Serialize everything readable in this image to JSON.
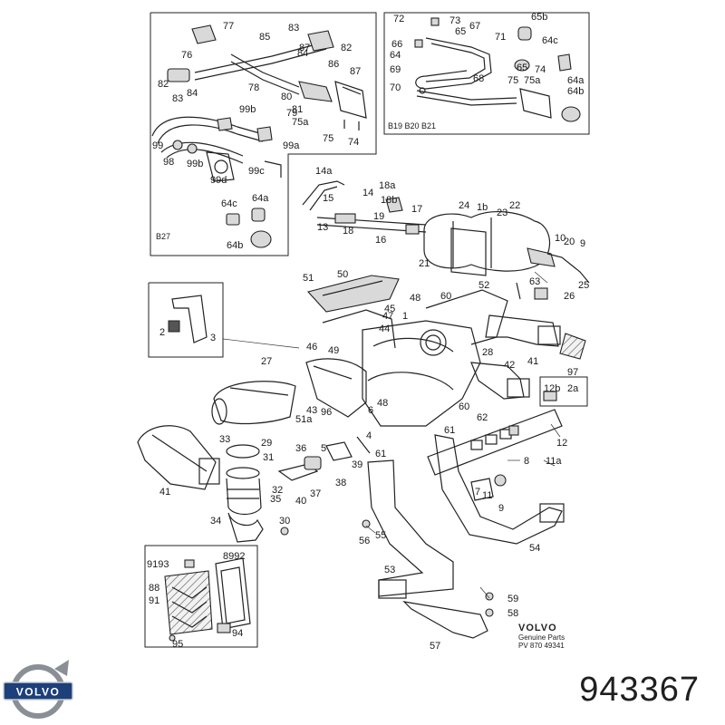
{
  "detail_boxes": [
    {
      "label": "B27"
    },
    {
      "label": "B19 B20 B21"
    }
  ],
  "callouts": [
    {
      "id": "c77",
      "text": "77"
    },
    {
      "id": "c76",
      "text": "76"
    },
    {
      "id": "c85",
      "text": "85"
    },
    {
      "id": "c83a",
      "text": "83"
    },
    {
      "id": "c82a",
      "text": "82"
    },
    {
      "id": "c84a",
      "text": "84"
    },
    {
      "id": "c87a",
      "text": "87"
    },
    {
      "id": "c86",
      "text": "86"
    },
    {
      "id": "c87b",
      "text": "87"
    },
    {
      "id": "c82b",
      "text": "82"
    },
    {
      "id": "c83b",
      "text": "83"
    },
    {
      "id": "c84b",
      "text": "84"
    },
    {
      "id": "c78",
      "text": "78"
    },
    {
      "id": "c80",
      "text": "80"
    },
    {
      "id": "c79",
      "text": "79"
    },
    {
      "id": "c81",
      "text": "81"
    },
    {
      "id": "c75a",
      "text": "75a"
    },
    {
      "id": "c75",
      "text": "75"
    },
    {
      "id": "c74",
      "text": "74"
    },
    {
      "id": "c99b1",
      "text": "99b"
    },
    {
      "id": "c99",
      "text": "99"
    },
    {
      "id": "c98",
      "text": "98"
    },
    {
      "id": "c99b2",
      "text": "99b"
    },
    {
      "id": "c99a",
      "text": "99a"
    },
    {
      "id": "c99d",
      "text": "99d"
    },
    {
      "id": "c99c",
      "text": "99c"
    },
    {
      "id": "c64c1",
      "text": "64c"
    },
    {
      "id": "c64a1",
      "text": "64a"
    },
    {
      "id": "c64b1",
      "text": "64b"
    },
    {
      "id": "c72",
      "text": "72"
    },
    {
      "id": "c73",
      "text": "73"
    },
    {
      "id": "c67",
      "text": "67"
    },
    {
      "id": "c65b",
      "text": "65b"
    },
    {
      "id": "c66",
      "text": "66"
    },
    {
      "id": "c65",
      "text": "65"
    },
    {
      "id": "c71",
      "text": "71"
    },
    {
      "id": "c64c2",
      "text": "64c"
    },
    {
      "id": "c64",
      "text": "64"
    },
    {
      "id": "c69",
      "text": "69"
    },
    {
      "id": "c65x",
      "text": "65"
    },
    {
      "id": "c74b",
      "text": "74"
    },
    {
      "id": "c68",
      "text": "68"
    },
    {
      "id": "c75ab",
      "text": "75a"
    },
    {
      "id": "c64a2",
      "text": "64a"
    },
    {
      "id": "c70",
      "text": "70"
    },
    {
      "id": "c75b",
      "text": "75"
    },
    {
      "id": "c64b2",
      "text": "64b"
    },
    {
      "id": "c14a",
      "text": "14a"
    },
    {
      "id": "c18a",
      "text": "18a"
    },
    {
      "id": "c15",
      "text": "15"
    },
    {
      "id": "c14",
      "text": "14"
    },
    {
      "id": "c18b",
      "text": "18b"
    },
    {
      "id": "c19",
      "text": "19"
    },
    {
      "id": "c17",
      "text": "17"
    },
    {
      "id": "c13",
      "text": "13"
    },
    {
      "id": "c18",
      "text": "18"
    },
    {
      "id": "c16",
      "text": "16"
    },
    {
      "id": "c24",
      "text": "24"
    },
    {
      "id": "c1b",
      "text": "1b"
    },
    {
      "id": "c22",
      "text": "22"
    },
    {
      "id": "c23",
      "text": "23"
    },
    {
      "id": "c21",
      "text": "21"
    },
    {
      "id": "c10",
      "text": "10"
    },
    {
      "id": "c20",
      "text": "20"
    },
    {
      "id": "c9",
      "text": "9"
    },
    {
      "id": "c25",
      "text": "25"
    },
    {
      "id": "c26",
      "text": "26"
    },
    {
      "id": "c63",
      "text": "63"
    },
    {
      "id": "c51",
      "text": "51"
    },
    {
      "id": "c50",
      "text": "50"
    },
    {
      "id": "c48",
      "text": "48"
    },
    {
      "id": "c60a",
      "text": "60"
    },
    {
      "id": "c52",
      "text": "52"
    },
    {
      "id": "c45",
      "text": "45"
    },
    {
      "id": "c47",
      "text": "47"
    },
    {
      "id": "c1",
      "text": "1"
    },
    {
      "id": "c44",
      "text": "44"
    },
    {
      "id": "c2",
      "text": "2"
    },
    {
      "id": "c3",
      "text": "3"
    },
    {
      "id": "c46",
      "text": "46"
    },
    {
      "id": "c49",
      "text": "49"
    },
    {
      "id": "c28",
      "text": "28"
    },
    {
      "id": "c41a",
      "text": "41"
    },
    {
      "id": "c97",
      "text": "97"
    },
    {
      "id": "c27",
      "text": "27"
    },
    {
      "id": "c42",
      "text": "42"
    },
    {
      "id": "c12b",
      "text": "12b"
    },
    {
      "id": "c2a",
      "text": "2a"
    },
    {
      "id": "c43",
      "text": "43"
    },
    {
      "id": "c96",
      "text": "96"
    },
    {
      "id": "c6",
      "text": "6"
    },
    {
      "id": "c48b",
      "text": "48"
    },
    {
      "id": "c51a",
      "text": "51a"
    },
    {
      "id": "c60b",
      "text": "60"
    },
    {
      "id": "c62",
      "text": "62"
    },
    {
      "id": "c61a",
      "text": "61"
    },
    {
      "id": "c4",
      "text": "4"
    },
    {
      "id": "c12",
      "text": "12"
    },
    {
      "id": "c33",
      "text": "33"
    },
    {
      "id": "c29",
      "text": "29"
    },
    {
      "id": "c31",
      "text": "31"
    },
    {
      "id": "c36",
      "text": "36"
    },
    {
      "id": "c5",
      "text": "5"
    },
    {
      "id": "c61b",
      "text": "61"
    },
    {
      "id": "c39",
      "text": "39"
    },
    {
      "id": "c8",
      "text": "8"
    },
    {
      "id": "c11a",
      "text": "11a"
    },
    {
      "id": "c41b",
      "text": "41"
    },
    {
      "id": "c32",
      "text": "32"
    },
    {
      "id": "c35",
      "text": "35"
    },
    {
      "id": "c40",
      "text": "40"
    },
    {
      "id": "c37",
      "text": "37"
    },
    {
      "id": "c38",
      "text": "38"
    },
    {
      "id": "c7",
      "text": "7"
    },
    {
      "id": "c11",
      "text": "11"
    },
    {
      "id": "c9b",
      "text": "9"
    },
    {
      "id": "c34",
      "text": "34"
    },
    {
      "id": "c30",
      "text": "30"
    },
    {
      "id": "c56",
      "text": "56"
    },
    {
      "id": "c55",
      "text": "55"
    },
    {
      "id": "c54",
      "text": "54"
    },
    {
      "id": "c53",
      "text": "53"
    },
    {
      "id": "c59",
      "text": "59"
    },
    {
      "id": "c58",
      "text": "58"
    },
    {
      "id": "c57",
      "text": "57"
    },
    {
      "id": "c9193",
      "text": "9193"
    },
    {
      "id": "c8992",
      "text": "8992"
    },
    {
      "id": "c88",
      "text": "88"
    },
    {
      "id": "c91",
      "text": "91"
    },
    {
      "id": "c94",
      "text": "94"
    },
    {
      "id": "c95",
      "text": "95"
    }
  ],
  "brand": {
    "name": "VOLVO",
    "genuine_line1": "Genuine Parts",
    "genuine_line2": "PV 870 49341",
    "badge_text": "VOLVO"
  },
  "part_number": "943367",
  "colors": {
    "line": "#222222",
    "badge_blue": "#1d3f7a",
    "badge_ring": "#8a8f96"
  }
}
